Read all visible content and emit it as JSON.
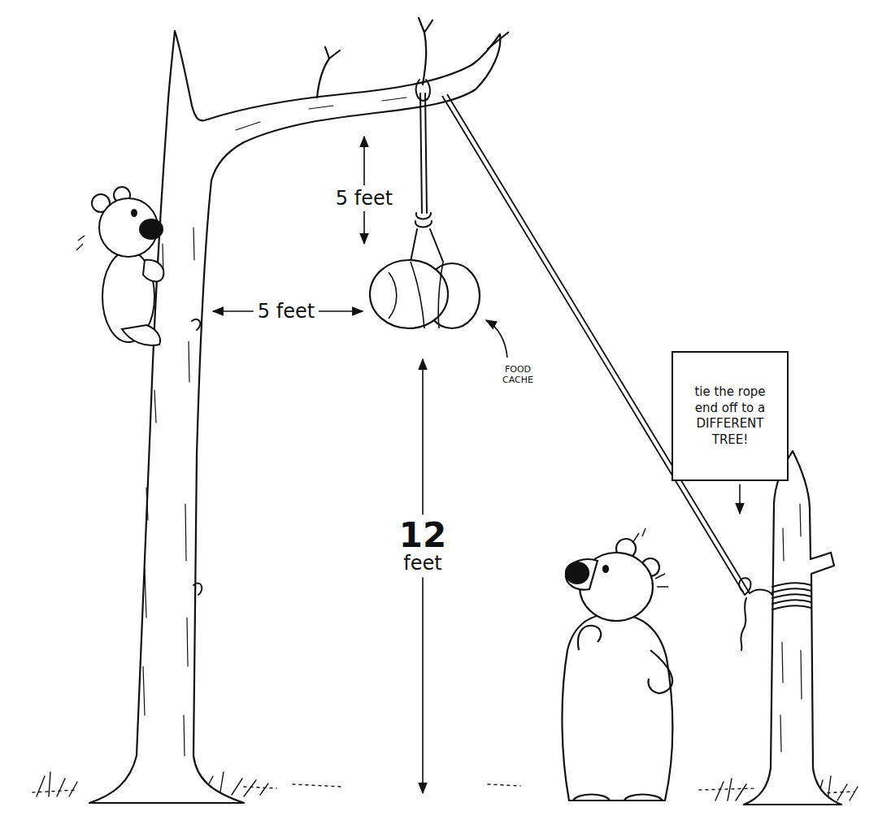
{
  "diagram": {
    "nodes": [
      {
        "text": [
          "tie the rope end off to a DIFFERENT TREE!"
        ]
      }
    ],
    "labels": [
      "5 feet",
      "5 feet",
      "FOOD CACHE",
      "12 feet"
    ]
  }
}
